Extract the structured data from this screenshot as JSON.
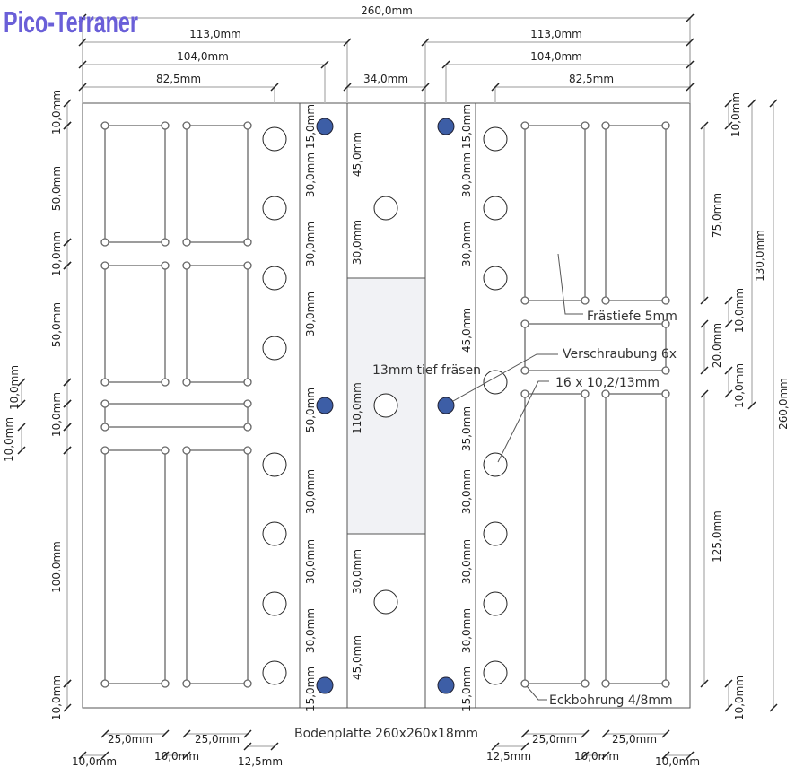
{
  "title": "Bodenplatte 260x260x18mm",
  "logo": "Pico-Terraner",
  "colors": {
    "screw": "#3d5ea6",
    "logo": "#6a5fd8",
    "mill_area": "#f1f2f5"
  },
  "annotations": {
    "milling_depth": "Frästiefe 5mm",
    "screws": "Verschraubung 6x",
    "holes": "16 x 10,2/13mm",
    "mill_center": "13mm tief fräsen",
    "corner_drill": "Eckbohrung 4/8mm"
  },
  "top_dims": [
    "260,0mm",
    "113,0mm",
    "113,0mm",
    "104,0mm",
    "104,0mm",
    "82,5mm",
    "82,5mm",
    "34,0mm"
  ],
  "left_dims": [
    "10,0mm",
    "50,0mm",
    "10,0mm",
    "50,0mm",
    "10,0mm",
    "100,0mm",
    "10,0mm",
    "10,0mm",
    "10,0mm"
  ],
  "col_left": [
    "15,0mm",
    "30,0mm",
    "30,0mm",
    "30,0mm",
    "50,0mm",
    "30,0mm",
    "30,0mm",
    "30,0mm",
    "15,0mm"
  ],
  "col_center": [
    "45,0mm",
    "30,0mm",
    "110,0mm",
    "30,0mm",
    "45,0mm"
  ],
  "col_right": [
    "15,0mm",
    "30,0mm",
    "30,0mm",
    "45,0mm",
    "35,0mm",
    "30,0mm",
    "30,0mm",
    "30,0mm",
    "15,0mm"
  ],
  "right_dims": [
    "75,0mm",
    "10,0mm",
    "20,0mm",
    "10,0mm",
    "125,0mm",
    "10,0mm",
    "10,0mm",
    "130,0mm",
    "260,0mm"
  ],
  "bottom_dims": [
    "25,0mm",
    "25,0mm",
    "10,0mm",
    "10,0mm",
    "12,5mm",
    "12,5mm",
    "25,0mm",
    "25,0mm",
    "10,0mm",
    "10,0mm"
  ]
}
